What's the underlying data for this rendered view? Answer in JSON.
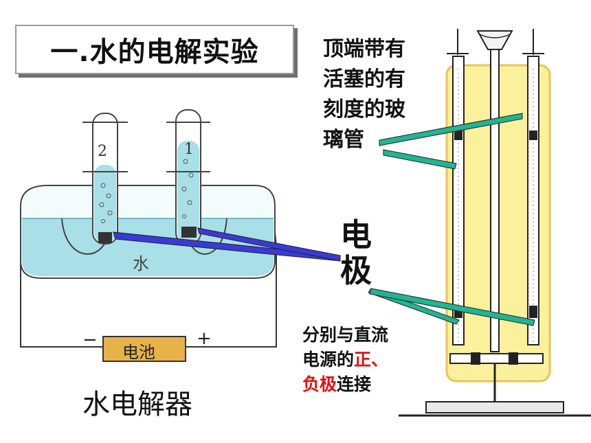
{
  "title": "一.水的电解实验",
  "apparatus": {
    "tube_left_label": "2",
    "tube_right_label": "1",
    "water_label": "水",
    "battery_label": "电池",
    "battery_negative": "−",
    "battery_positive": "+"
  },
  "caption": "水电解器",
  "glass_tube_note": [
    "顶端带有",
    "活塞的有",
    "刻度的玻",
    "璃管"
  ],
  "electrode_label": [
    "电",
    "极"
  ],
  "electrode_note": {
    "line1": "分别与直流",
    "line2_prefix": "电源的",
    "line2_red": "正、",
    "line3_red": "负极",
    "line3_suffix": "连接"
  },
  "colors": {
    "water": "#a9dfe6",
    "tank_wall": "#444444",
    "battery_fill": "#e8b24a",
    "apparatus_fill": "#fbf09c",
    "apparatus_border": "#e8c45a",
    "arrow_blue": "#3a3ad6",
    "arrow_teal": "#22b493",
    "highlight_red": "#e01010"
  }
}
